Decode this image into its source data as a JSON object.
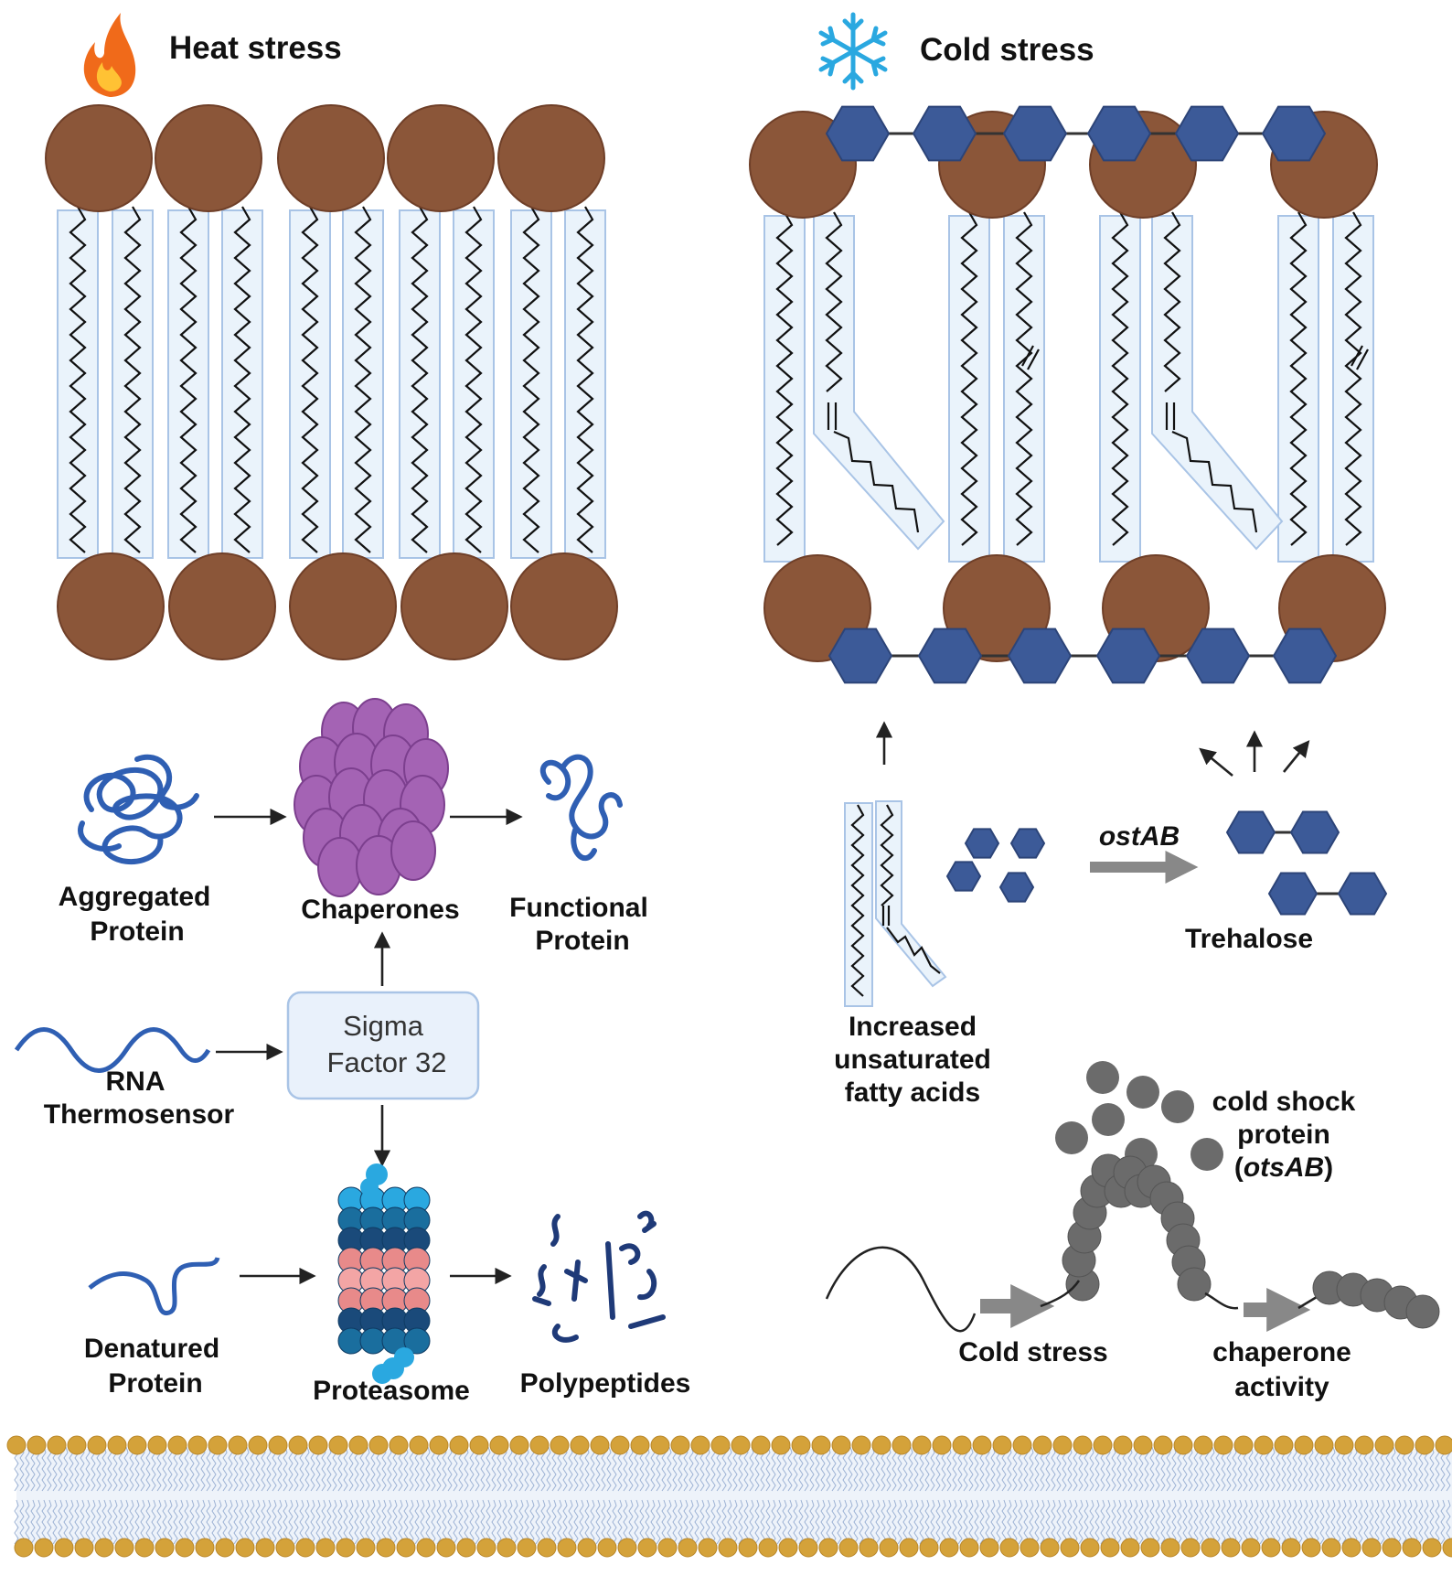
{
  "heat": {
    "title": "Heat stress",
    "aggregated": [
      "Aggregated",
      "Protein"
    ],
    "chaperones": "Chaperones",
    "functional": [
      "Functional",
      "Protein"
    ],
    "rna": [
      "RNA",
      "Thermosensor"
    ],
    "sigma": [
      "Sigma",
      "Factor 32"
    ],
    "denatured": [
      "Denatured",
      "Protein"
    ],
    "proteasome": "Proteasome",
    "polypeptides": "Polypeptides"
  },
  "cold": {
    "title": "Cold stress",
    "ufa": [
      "Increased",
      "unsaturated",
      "fatty acids"
    ],
    "gene": "ostAB",
    "trehalose": "Trehalose",
    "csp": [
      "cold shock",
      "protein",
      "(",
      "otsAB",
      ")"
    ],
    "cold_stress_label": "Cold stress",
    "chaperone_activity": [
      "chaperone",
      "activity"
    ]
  },
  "colors": {
    "headgroup": "#8b5639",
    "trehalose": "#3c5a98",
    "chaperone": "#a463b4",
    "protein_line": "#2f5fb3",
    "membrane_head": "#d4a23a",
    "cold_protein": "#6b6b6b",
    "snowflake": "#2aa8e0",
    "flame": "#f06a1a"
  },
  "icons": [
    "flame-icon",
    "snowflake-icon"
  ]
}
